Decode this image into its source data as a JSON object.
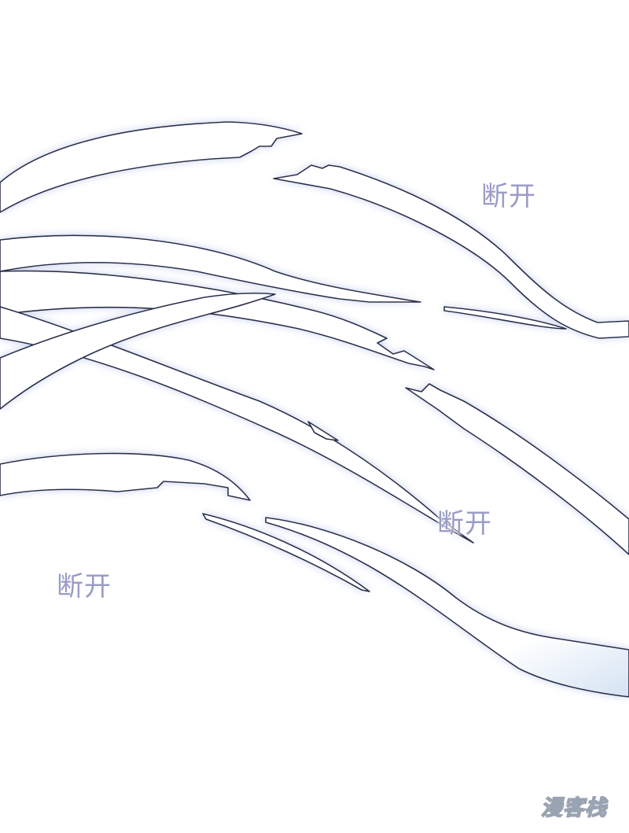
{
  "panel": {
    "sound_effects": [
      {
        "text": "断开"
      },
      {
        "text": "断开"
      },
      {
        "text": "断开"
      }
    ],
    "watermark": {
      "text": "漫客栈"
    }
  },
  "colors": {
    "background": "#ffffff",
    "line_art": "#2a2f4a",
    "streak_fill": "#ffffff",
    "streak_shade": "#d4e2f2",
    "glow": "#c9d3ee",
    "sfx_text": "#9a9cc7",
    "watermark_outline": "#9aa3b2"
  },
  "icons": {
    "artwork": "broken-slash-streaks-illustration"
  }
}
